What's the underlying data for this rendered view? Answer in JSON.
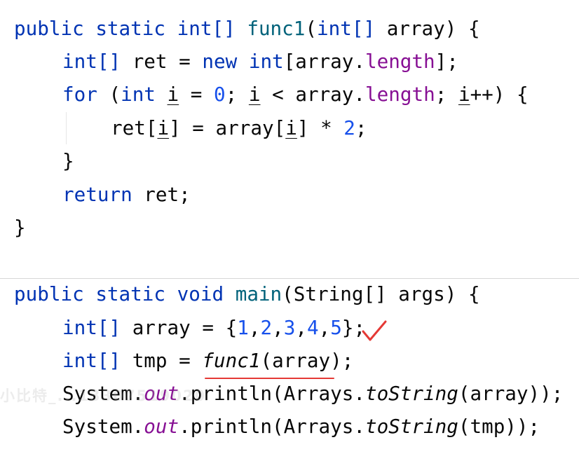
{
  "editor": {
    "function1": {
      "signature": {
        "kw_public": "public",
        "kw_static": "static",
        "type_int_array": "int[]",
        "name": "func1",
        "open_paren": "(",
        "param_type": "int[]",
        "param_name": " array",
        "close": ") {"
      },
      "line_ret": {
        "type": "int[]",
        "var": " ret = ",
        "kw_new": "new",
        "type_int": " int",
        "open": "[array.",
        "field": "length",
        "close": "];"
      },
      "line_for": {
        "kw_for": "for",
        "open": " (",
        "type_int": "int",
        "var_i": "i",
        "eq": " = ",
        "zero": "0",
        "semi": "; ",
        "var_i2": "i",
        "cmp": " < array.",
        "field": "length",
        "semi2": "; ",
        "var_i3": "i",
        "inc": "++) {"
      },
      "line_assign": {
        "pre": "ret[",
        "var_i": "i",
        "mid": "] = array[",
        "var_i2": "i",
        "post": "] * ",
        "two": "2",
        "semi": ";"
      },
      "line_close_for": "}",
      "line_return": {
        "kw_return": "return",
        "rest": " ret;"
      },
      "line_close": "}"
    },
    "main": {
      "signature": {
        "kw_public": "public",
        "kw_static": "static",
        "kw_void": "void",
        "name": "main",
        "params": "(String[] args) {"
      },
      "line_array": {
        "type": "int[]",
        "rest": " array = {",
        "n1": "1",
        "c1": ",",
        "n2": "2",
        "c2": ",",
        "n3": "3",
        "c3": ",",
        "n4": "4",
        "c4": ",",
        "n5": "5",
        "close": "};"
      },
      "line_tmp": {
        "type": "int[]",
        "rest": " tmp = ",
        "call": "func1",
        "args": "(array);"
      },
      "line_print1": {
        "pre": "System.",
        "out": "out",
        "mid": ".println(Arrays.",
        "method": "toString",
        "args": "(array));"
      },
      "line_print2": {
        "pre": "System.",
        "out": "out",
        "mid": ".println(Arrays.",
        "method": "toString",
        "args": "(tmp));"
      }
    }
  },
  "annotations": {
    "check_mark_color": "#e53935",
    "underline_color": "#e53935",
    "watermark_text": "小比特_...13307519020"
  },
  "colors": {
    "keyword": "#0033b3",
    "function": "#00627a",
    "number": "#1750eb",
    "field": "#871094",
    "text": "#080808"
  }
}
